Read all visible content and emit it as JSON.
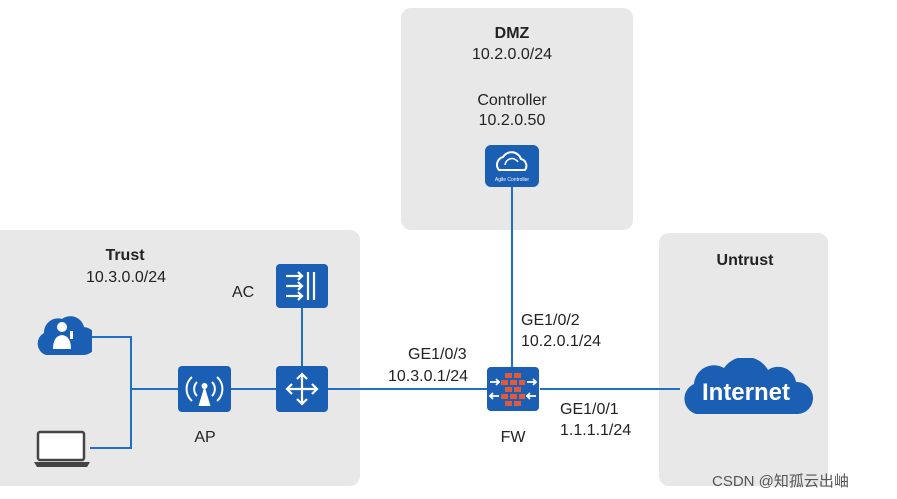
{
  "zones": {
    "dmz": {
      "name": "DMZ",
      "subnet": "10.2.0.0/24"
    },
    "trust": {
      "name": "Trust",
      "subnet": "10.3.0.0/24"
    },
    "untrust": {
      "name": "Untrust"
    }
  },
  "devices": {
    "controller": {
      "name": "Controller",
      "ip": "10.2.0.50",
      "icon_text": "Agile Controller"
    },
    "ac": {
      "name": "AC"
    },
    "ap": {
      "name": "AP"
    },
    "fw": {
      "name": "FW"
    },
    "internet": {
      "name": "Internet"
    }
  },
  "interfaces": {
    "ge103": {
      "name": "GE1/0/3",
      "ip": "10.3.0.1/24"
    },
    "ge102": {
      "name": "GE1/0/2",
      "ip": "10.2.0.1/24"
    },
    "ge101": {
      "name": "GE1/0/1",
      "ip": "1.1.1.1/24"
    }
  },
  "watermark": "CSDN @知孤云出岫",
  "colors": {
    "device_blue": "#1a5fb4",
    "link_blue": "#1f6fc5",
    "zone_gray": "#e8e8e8"
  }
}
